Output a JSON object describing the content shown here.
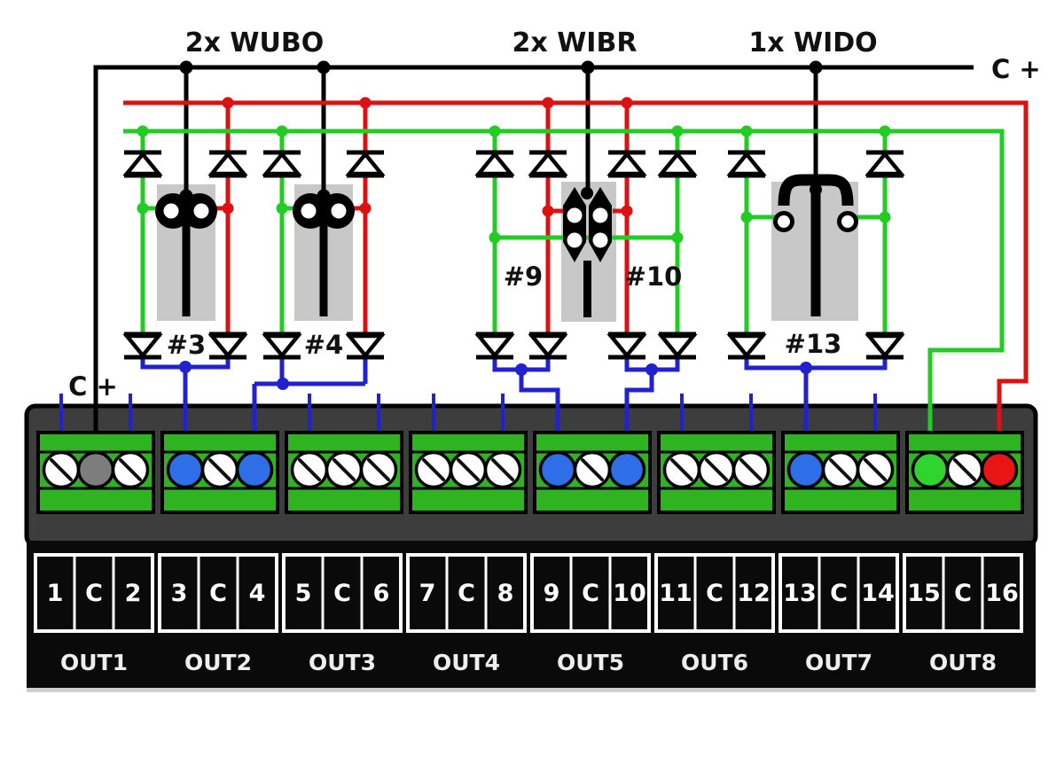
{
  "bus": {
    "common_label_top": "C +",
    "common_label_bottom_left": "C +"
  },
  "signal_groups": [
    {
      "label": "2x WUBO"
    },
    {
      "label": "2x WIBR"
    },
    {
      "label": "1x WIDO"
    }
  ],
  "signals": [
    {
      "id": "#3",
      "type": "WUBO"
    },
    {
      "id": "#4",
      "type": "WUBO"
    },
    {
      "id": "#9",
      "type": "WIBR"
    },
    {
      "id": "#10",
      "type": "WIBR"
    },
    {
      "id": "#13",
      "type": "WIDO"
    }
  ],
  "connections": [
    {
      "from": "common bus C +",
      "to": "OUT1 C"
    },
    {
      "from": "signal #3",
      "to": "pin 3"
    },
    {
      "from": "signal #4",
      "to": "pin 4"
    },
    {
      "from": "signal #9",
      "to": "pin 9"
    },
    {
      "from": "signal #10",
      "to": "pin 10"
    },
    {
      "from": "signal #13",
      "to": "pin 13"
    },
    {
      "from": "green bus",
      "to": "pin 15"
    },
    {
      "from": "red bus",
      "to": "pin 16"
    }
  ],
  "colors": {
    "common_wire": "#000000",
    "red_wire": "#dd1111",
    "green_wire": "#22cc22",
    "blue_wire": "#2121cf",
    "signal_box": "#c8c8c8",
    "strip_body": "#3d3d3d",
    "panel": "#0a0a0a",
    "panel_edge": "#cfcfcf",
    "block_green": "#2fb320",
    "screw_white": "#ffffff",
    "screw_gray": "#7d7d7d",
    "screw_blue": "#2e6fe8",
    "screw_green": "#2fd42f",
    "screw_red": "#e81515"
  },
  "terminal": {
    "pins": [
      "1",
      "C",
      "2",
      "3",
      "C",
      "4",
      "5",
      "C",
      "6",
      "7",
      "C",
      "8",
      "9",
      "C",
      "10",
      "11",
      "C",
      "12",
      "13",
      "C",
      "14",
      "15",
      "C",
      "16"
    ],
    "outputs": [
      "OUT1",
      "OUT2",
      "OUT3",
      "OUT4",
      "OUT5",
      "OUT6",
      "OUT7",
      "OUT8"
    ],
    "blocks": [
      {
        "name": "OUT1",
        "screws": [
          "#ffffff",
          "#7d7d7d",
          "#ffffff"
        ]
      },
      {
        "name": "OUT2",
        "screws": [
          "#2e6fe8",
          "#ffffff",
          "#2e6fe8"
        ]
      },
      {
        "name": "OUT3",
        "screws": [
          "#ffffff",
          "#ffffff",
          "#ffffff"
        ]
      },
      {
        "name": "OUT4",
        "screws": [
          "#ffffff",
          "#ffffff",
          "#ffffff"
        ]
      },
      {
        "name": "OUT5",
        "screws": [
          "#2e6fe8",
          "#ffffff",
          "#2e6fe8"
        ]
      },
      {
        "name": "OUT6",
        "screws": [
          "#ffffff",
          "#ffffff",
          "#ffffff"
        ]
      },
      {
        "name": "OUT7",
        "screws": [
          "#2e6fe8",
          "#ffffff",
          "#ffffff"
        ]
      },
      {
        "name": "OUT8",
        "screws": [
          "#2fd42f",
          "#ffffff",
          "#e81515"
        ]
      }
    ]
  }
}
